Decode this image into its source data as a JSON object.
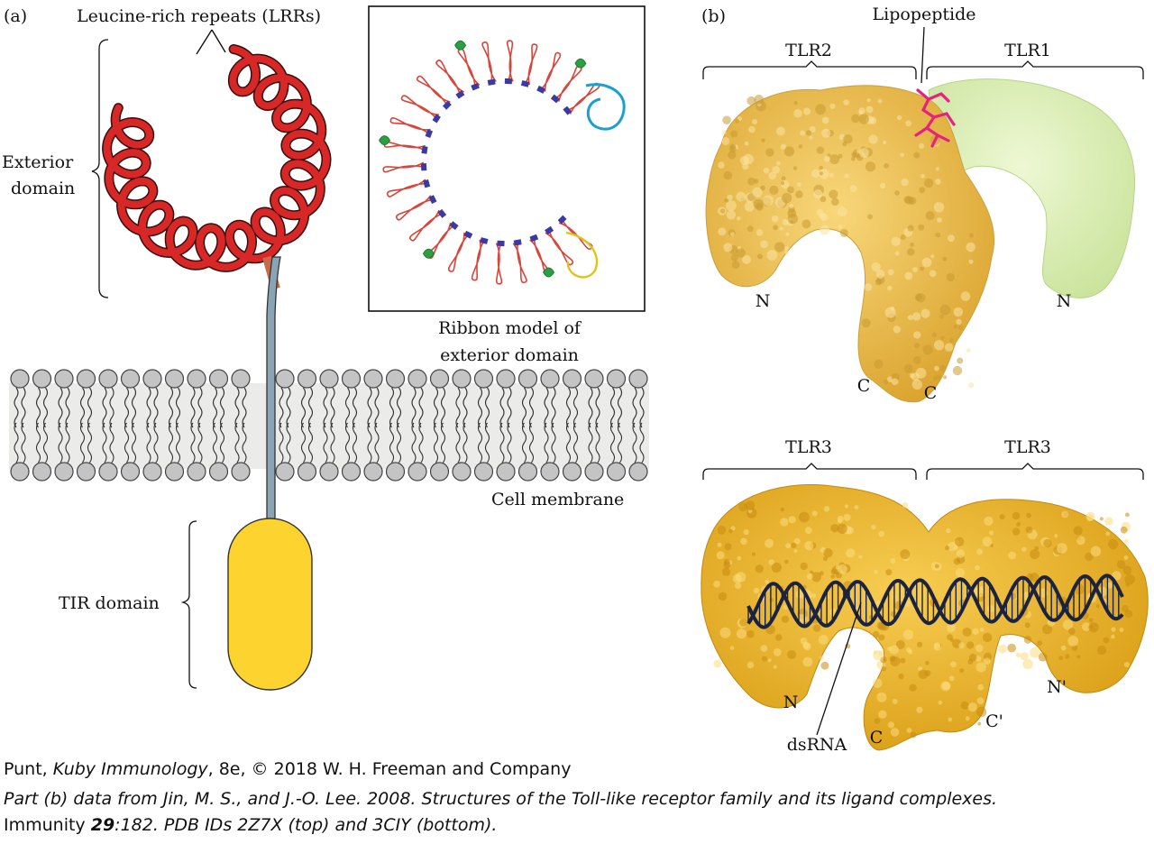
{
  "panel_a": {
    "panel_label": "(a)",
    "lrr_label": "Leucine-rich repeats (LRRs)",
    "exterior_domain_line1": "Exterior",
    "exterior_domain_line2": "domain",
    "ribbon_caption_line1": "Ribbon model of",
    "ribbon_caption_line2": "exterior domain",
    "membrane_label": "Cell membrane",
    "tir_label": "TIR domain",
    "colors": {
      "coil": "#d82727",
      "stalk": "#8aa3b5",
      "tir": "#fdd32f",
      "membrane_head": "#c4c4c4",
      "membrane_band": "#ebebea"
    }
  },
  "panel_b": {
    "panel_label": "(b)",
    "top": {
      "ligand": "Lipopeptide",
      "left_chain": "TLR2",
      "right_chain": "TLR1",
      "n_left": "N",
      "n_right": "N",
      "c_left": "C",
      "c_right": "C",
      "colors": {
        "tlr2": "#f0c65a",
        "tlr1": "#e2f2bd",
        "lipopeptide": "#e4237f"
      }
    },
    "bottom": {
      "left_chain": "TLR3",
      "right_chain": "TLR3",
      "n_left": "N",
      "c_left": "C",
      "c_right": "C'",
      "n_right": "N'",
      "ligand": "dsRNA",
      "colors": {
        "tlr3": "#f2be3a",
        "dsrna": "#1b2340"
      }
    }
  },
  "caption": {
    "line1_pre": "Punt, ",
    "line1_title": "Kuby Immunology",
    "line1_post": ", 8e, © 2018 W. H. Freeman and Company",
    "line2": "Part (b) data from Jin, M. S., and J.-O. Lee. 2008. Structures of the Toll-like receptor family and its ligand complexes.",
    "line3_pre": "Immunity ",
    "line3_vol": "29",
    "line3_post": ":182. PDB IDs 2Z7X (top) and 3CIY (bottom)."
  }
}
